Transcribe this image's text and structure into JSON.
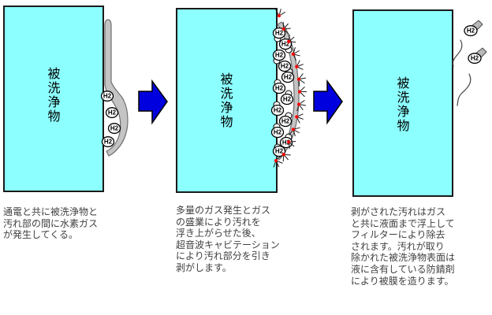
{
  "colors": {
    "object_fill": "#8CFFFF",
    "object_border": "#1a1a1a",
    "arrow_fill": "#0000DE",
    "dirt_fill": "#C4C4C4",
    "dirt_outline": "#6E6E6E",
    "cavitation_dot": "#FF0000",
    "caption_text": "#404040"
  },
  "labels": {
    "gas_bubble": "H2"
  },
  "panels": [
    {
      "object_label": "被洗浄物",
      "caption": "通電と共に被洗浄物と\n汚れ部の間に水素ガス\nが発生してくる。"
    },
    {
      "object_label": "被洗浄物",
      "caption": "多量のガス発生とガス\nの盛業により汚れを\n浮き上がらせた後、\n超音波キャビテーション\nにより汚れ部分を引き\n剥がします。"
    },
    {
      "object_label": "被洗浄物",
      "caption": "剥がされた汚れはガス\nと共に液面まで浮上して\nフィルターにより除去\nされます。汚れが取り\n除かれた被洗浄物表面は\n液に含有している防錆剤\nにより被膜を造ります。"
    }
  ]
}
